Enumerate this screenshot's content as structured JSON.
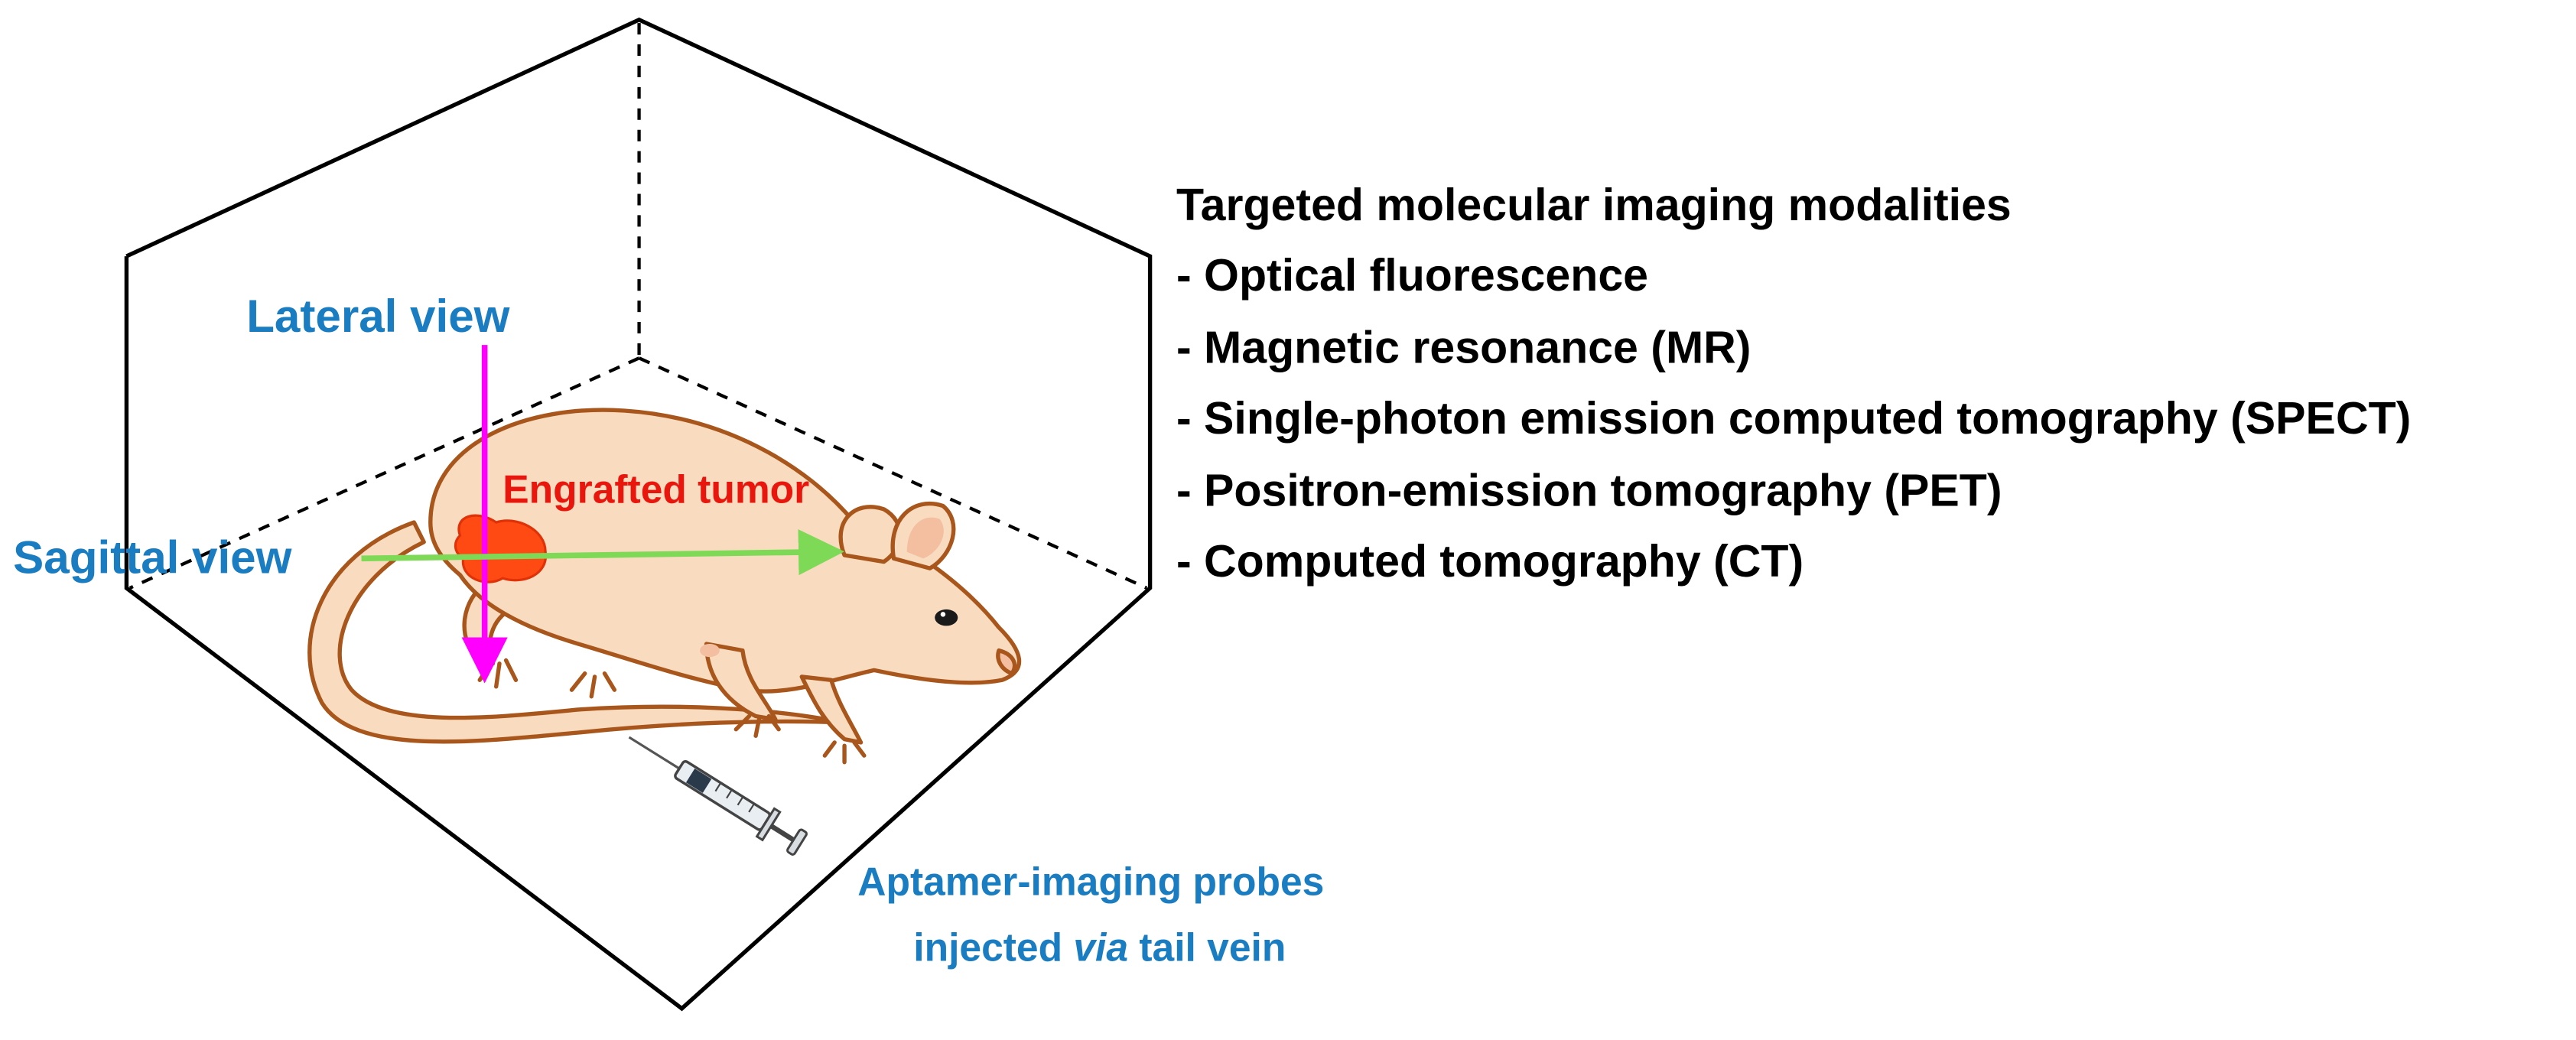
{
  "diagram": {
    "labels": {
      "lateral_view": "Lateral view",
      "sagittal_view": "Sagittal view",
      "engrafted_tumor": "Engrafted tumor",
      "probes_line1": "Aptamer-imaging probes",
      "probes_line2_a": "injected ",
      "probes_line2_b": "via",
      "probes_line2_c": " tail vein"
    },
    "modalities": {
      "title": "Targeted molecular imaging modalities",
      "items": [
        "- Optical fluorescence",
        "- Magnetic resonance (MR)",
        "- Single-photon emission computed tomography (SPECT)",
        "- Positron-emission tomography (PET)",
        "- Computed tomography (CT)"
      ]
    },
    "colors": {
      "lateral_arrow": "#ff00ff",
      "sagittal_arrow": "#7ed957",
      "tumor": "#ff4a14",
      "mouse_fill": "#f9dcc0",
      "mouse_outline": "#a8561c",
      "label_blue": "#1a7cc1",
      "label_red": "#e8160c"
    },
    "icons": [
      "mouse-illustration",
      "syringe-icon",
      "imaging-box"
    ]
  }
}
